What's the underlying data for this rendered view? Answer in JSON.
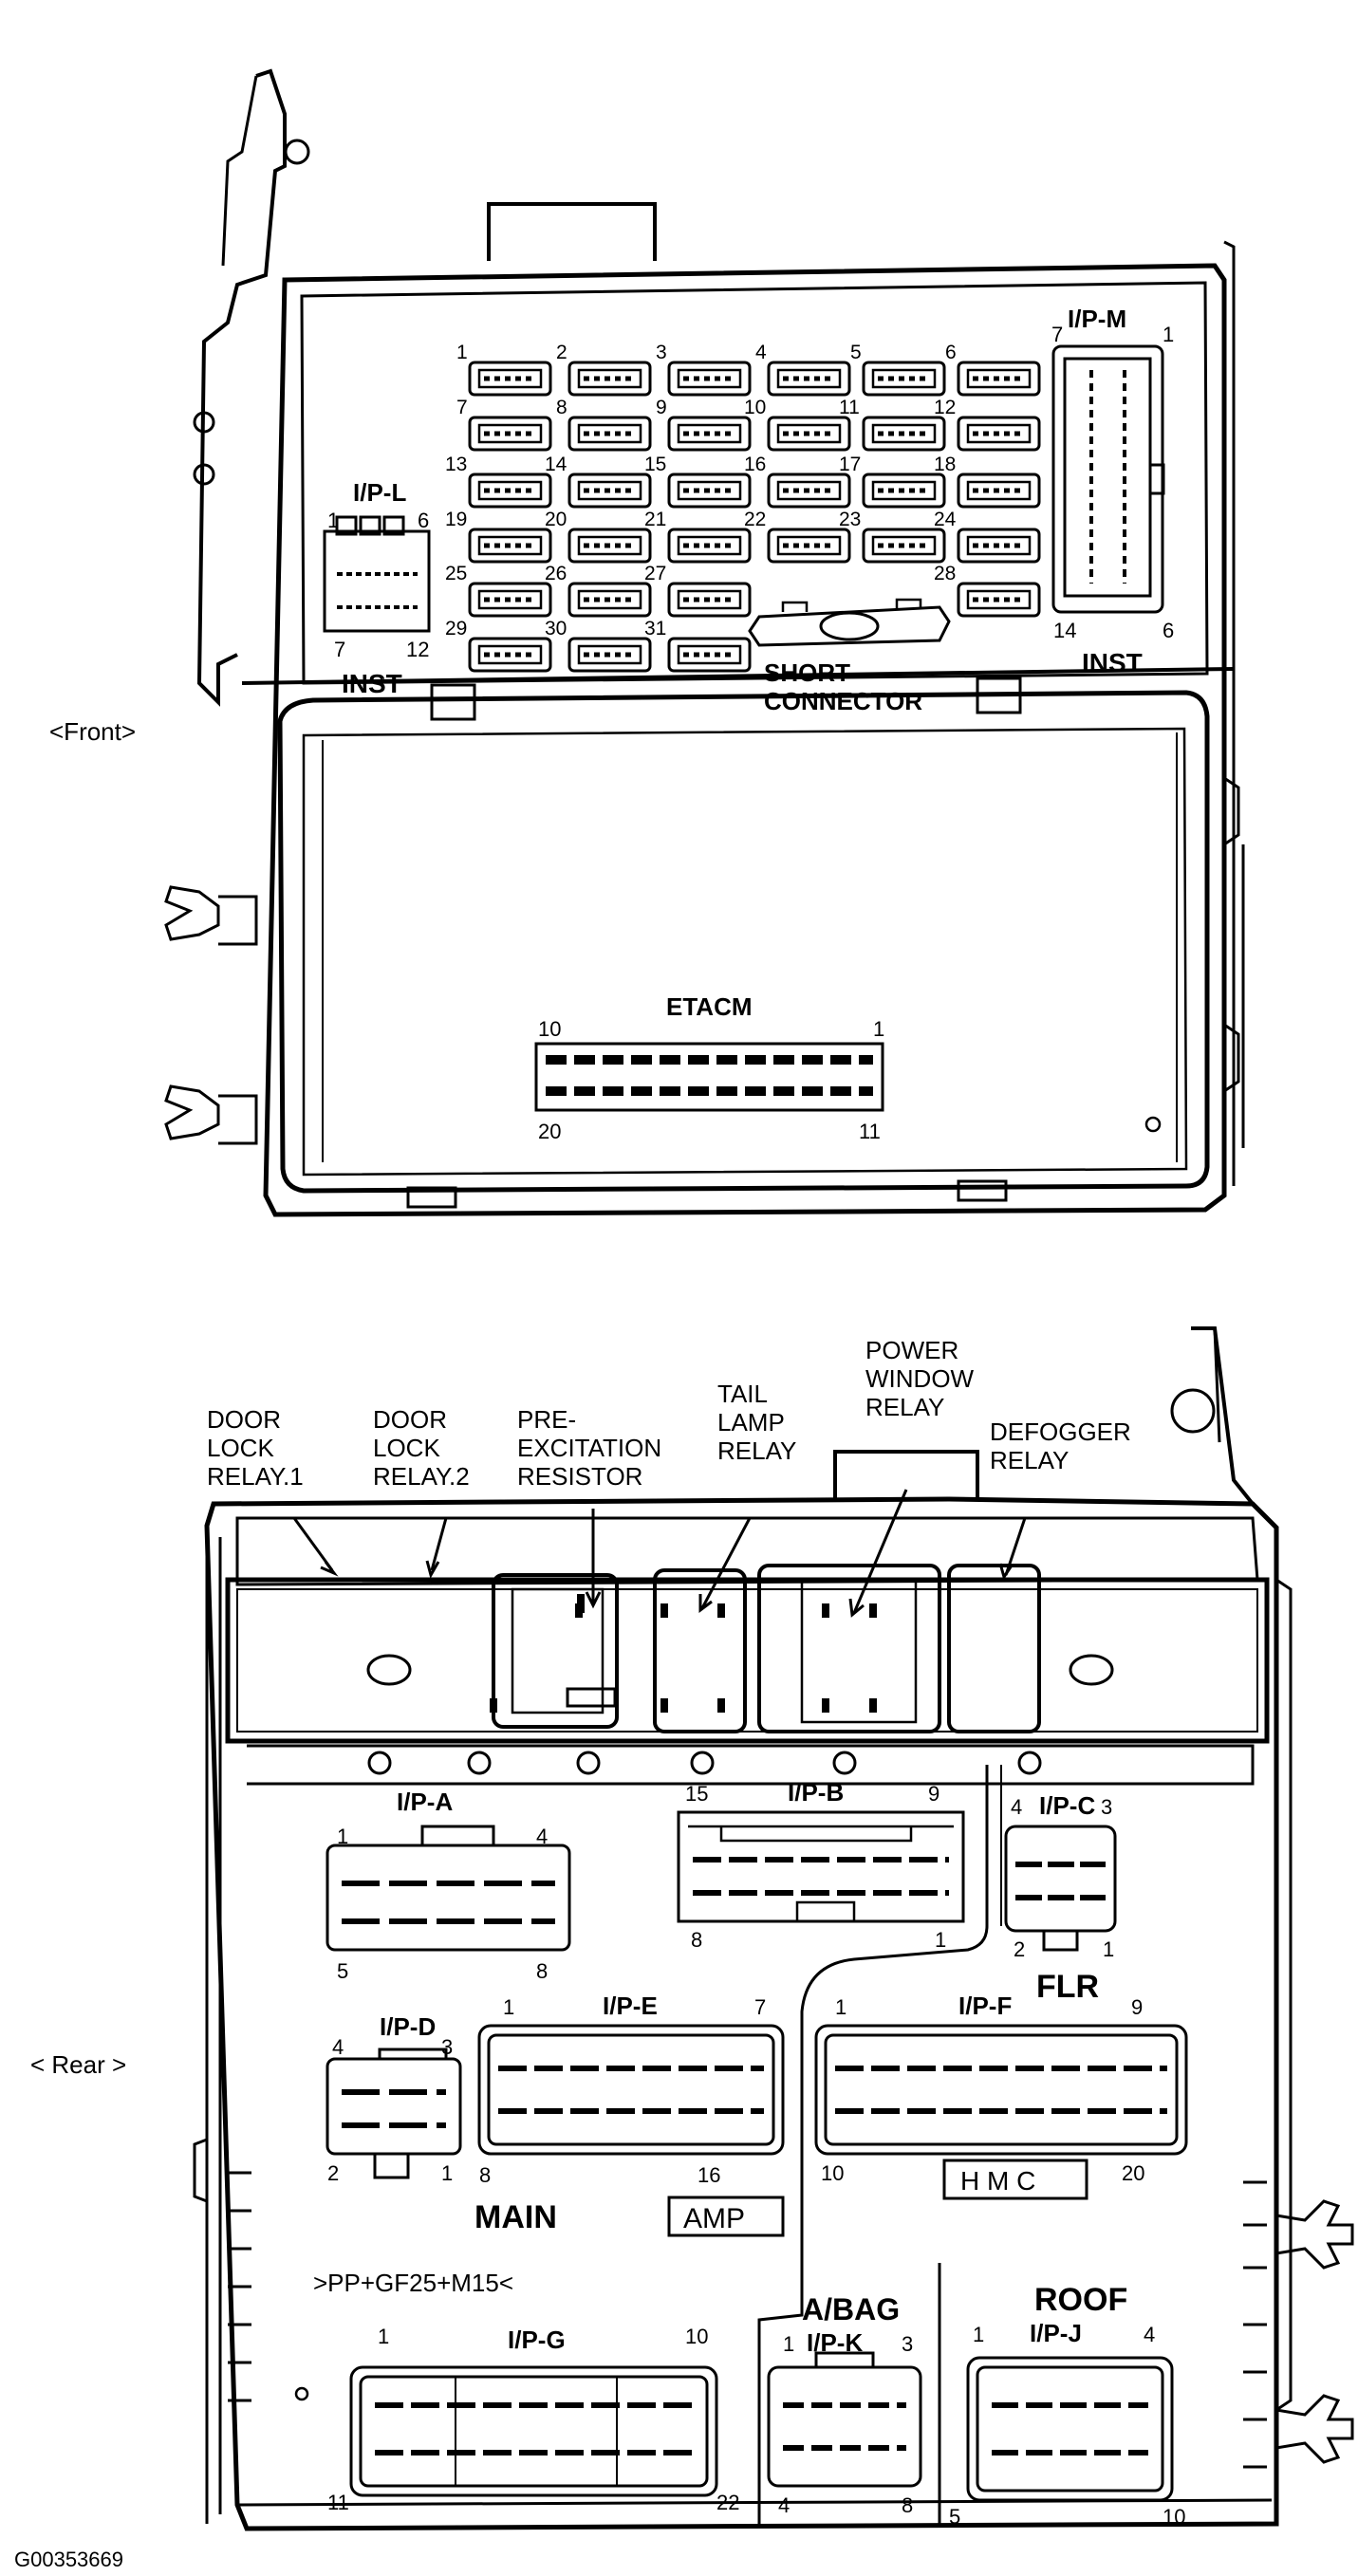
{
  "front": {
    "caption": "<Front>",
    "ipm": {
      "label": "I/P-M",
      "p7": "7",
      "p1": "1",
      "p14": "14",
      "p6": "6",
      "note": "INST"
    },
    "ipl": {
      "label": "I/P-L",
      "p1": "1",
      "p6": "6",
      "p7": "7",
      "p12": "12",
      "note": "INST"
    },
    "fuse_numbers": [
      "1",
      "2",
      "3",
      "4",
      "5",
      "6",
      "7",
      "8",
      "9",
      "10",
      "11",
      "12",
      "13",
      "14",
      "15",
      "16",
      "17",
      "18",
      "19",
      "20",
      "21",
      "22",
      "23",
      "24",
      "25",
      "26",
      "27",
      "28",
      "29",
      "30",
      "31"
    ],
    "short_connector": {
      "line1": "SHORT",
      "line2": "CONNECTOR"
    },
    "etacm": {
      "label": "ETACM",
      "p10": "10",
      "p1": "1",
      "p20": "20",
      "p11": "11"
    }
  },
  "rear": {
    "caption": "< Rear >",
    "callouts": {
      "door_lock_1": [
        "DOOR",
        "LOCK",
        "RELAY.1"
      ],
      "door_lock_2": [
        "DOOR",
        "LOCK",
        "RELAY.2"
      ],
      "pre_excitation": [
        "PRE-",
        "EXCITATION",
        "RESISTOR"
      ],
      "tail_lamp": [
        "TAIL",
        "LAMP",
        "RELAY"
      ],
      "power_window": [
        "POWER",
        "WINDOW",
        "RELAY"
      ],
      "defogger": [
        "DEFOGGER",
        "RELAY"
      ]
    },
    "ipa": {
      "label": "I/P-A",
      "p1": "1",
      "p4": "4",
      "p5": "5",
      "p8": "8"
    },
    "ipb": {
      "label": "I/P-B",
      "p15": "15",
      "p9": "9",
      "p8": "8",
      "p1": "1"
    },
    "ipc": {
      "label": "I/P-C",
      "p4": "4",
      "p3": "3",
      "p2": "2",
      "p1": "1"
    },
    "flr": "FLR",
    "ipd": {
      "label": "I/P-D",
      "p4": "4",
      "p3": "3",
      "p2": "2",
      "p1": "1"
    },
    "ipe": {
      "label": "I/P-E",
      "p1": "1",
      "p7": "7",
      "p8": "8",
      "p16": "16"
    },
    "ipf": {
      "label": "I/P-F",
      "p1": "1",
      "p9": "9",
      "p10": "10",
      "p20": "20"
    },
    "main": "MAIN",
    "amp": "AMP",
    "hmc": "H M C",
    "material": ">PP+GF25+M15<",
    "ipg": {
      "label": "I/P-G",
      "p1": "1",
      "p10": "10",
      "p11": "11",
      "p22": "22"
    },
    "abag": "A/BAG",
    "ipk": {
      "label": "I/P-K",
      "p1": "1",
      "p3": "3",
      "p4": "4",
      "p8": "8"
    },
    "roof": "ROOF",
    "ipj": {
      "label": "I/P-J",
      "p1": "1",
      "p4": "4",
      "p5": "5",
      "p10": "10"
    }
  },
  "figure_id": "G00353669"
}
